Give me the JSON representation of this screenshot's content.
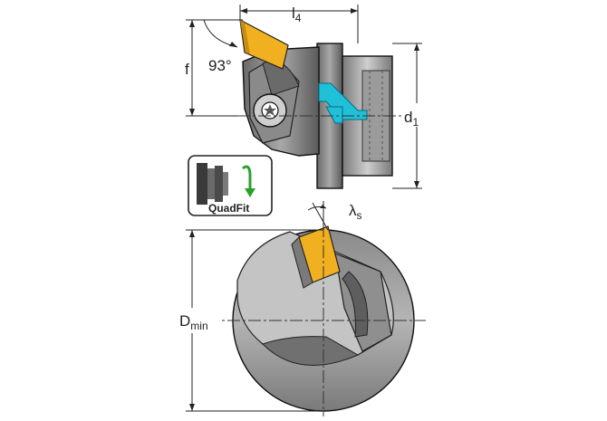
{
  "labels": {
    "l4": "l",
    "l4_sub": "4",
    "f": "f",
    "angle": "93°",
    "d1": "d",
    "d1_sub": "1",
    "lambda": "λ",
    "lambda_sub": "s",
    "dmin": "D",
    "dmin_sub": "min"
  },
  "badge": {
    "text": "QuadFit",
    "arrow_icon": "rotate-arrow-icon"
  },
  "colors": {
    "insert": "#f0b020",
    "coolant": "#20c0d8",
    "arrow": "#2aa02a",
    "body_dark": "#5a5a5a",
    "body_mid": "#8c8c8c",
    "body_light": "#c4c4c4",
    "bore": "#9a9a9a"
  }
}
